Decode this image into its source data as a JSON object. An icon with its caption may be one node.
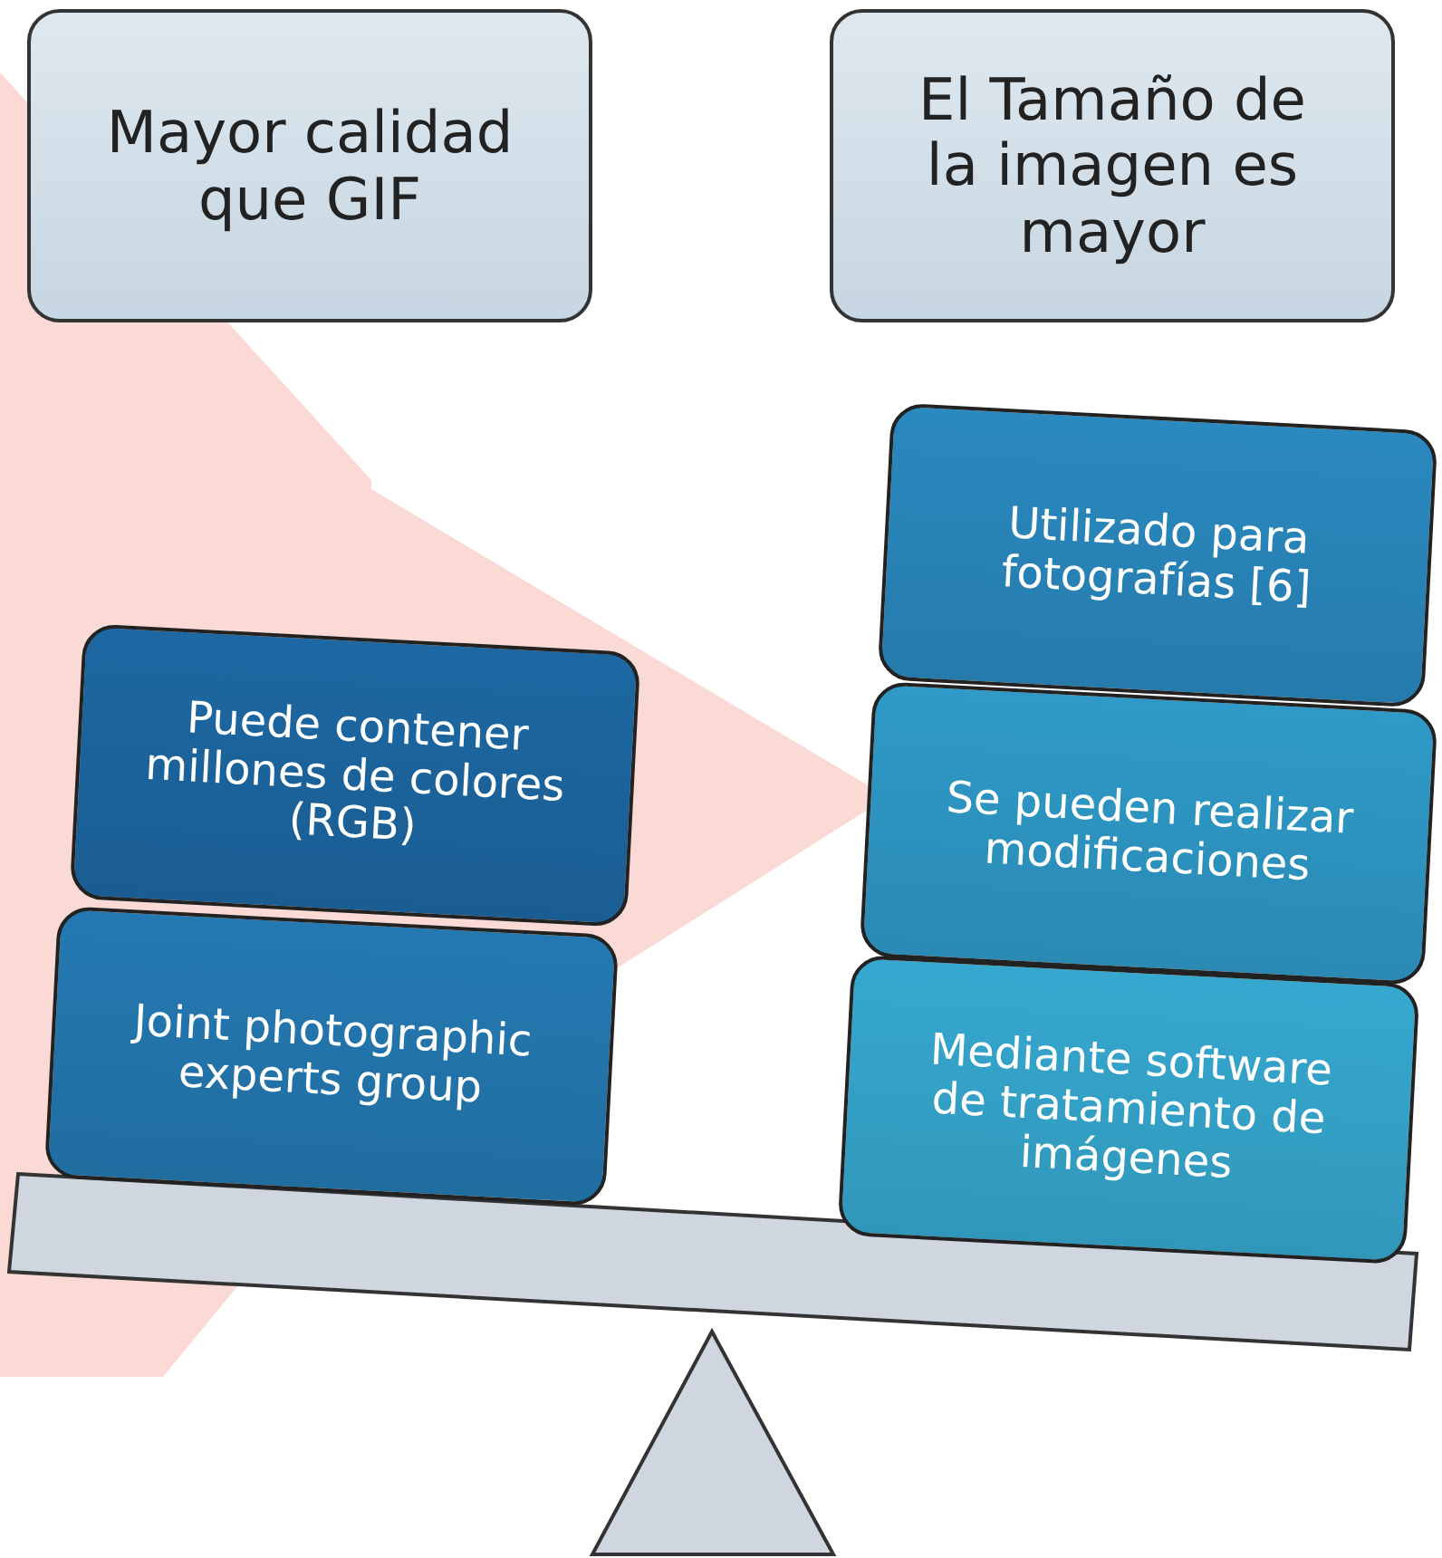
{
  "diagram": {
    "nodes": [
      {
        "text": [
          "Mayor calidad que GIF"
        ]
      },
      {
        "text": [
          "El Tamaño de la imagen es mayor"
        ]
      },
      {
        "text": [
          "Puede contener millones de colores (RGB)"
        ]
      },
      {
        "text": [
          "Joint photographic experts group"
        ]
      },
      {
        "text": [
          "Utilizado para fotografías [6]"
        ]
      },
      {
        "text": [
          "Se pueden realizar modificaciones"
        ]
      },
      {
        "text": [
          "Mediante software de tratamiento de imágenes"
        ]
      }
    ]
  }
}
